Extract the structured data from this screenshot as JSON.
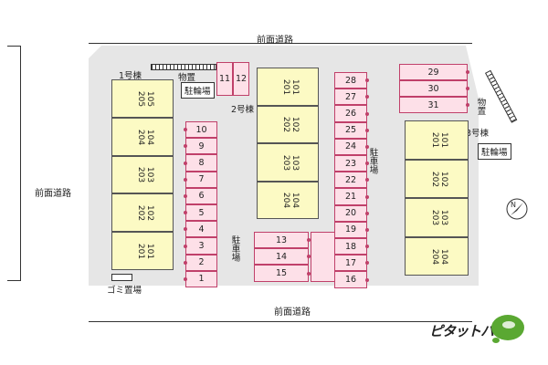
{
  "roads": {
    "top": "前面道路",
    "left": "前面道路",
    "bottom": "前面道路"
  },
  "buildings": {
    "b1": {
      "label": "1号棟",
      "rooms": [
        [
          "205",
          "105"
        ],
        [
          "204",
          "104"
        ],
        [
          "203",
          "103"
        ],
        [
          "202",
          "102"
        ],
        [
          "201",
          "101"
        ]
      ]
    },
    "b2": {
      "label": "2号棟",
      "rooms": [
        [
          "201",
          "101"
        ],
        [
          "202",
          "102"
        ],
        [
          "203",
          "103"
        ],
        [
          "204",
          "104"
        ]
      ]
    },
    "b3": {
      "label": "3号棟",
      "rooms": [
        [
          "201",
          "101"
        ],
        [
          "202",
          "102"
        ],
        [
          "203",
          "103"
        ],
        [
          "204",
          "104"
        ]
      ]
    }
  },
  "labels": {
    "storage_left": "物置",
    "storage_right": "物置",
    "bike_left": "駐輪場",
    "bike_right": "駐輪場",
    "parking_left": "駐車場",
    "parking_right": "駐車場",
    "garbage": "ゴミ置場"
  },
  "parking": {
    "col_left": [
      "10",
      "9",
      "8",
      "7",
      "6",
      "5",
      "4",
      "3",
      "2",
      "1"
    ],
    "top_pair": [
      "11",
      "12"
    ],
    "col_center": [
      "28",
      "27",
      "26",
      "25",
      "24",
      "23",
      "22",
      "21",
      "20",
      "19",
      "18",
      "17",
      "16"
    ],
    "bottom_left": [
      "13",
      "14",
      "15"
    ],
    "top_right": [
      "29",
      "30",
      "31"
    ]
  },
  "brand": {
    "name": "ピタットハウス",
    "color": "#5aa832"
  },
  "colors": {
    "building": "#fcfac4",
    "parking": "#fde0e8",
    "parking_border": "#c0406a",
    "lot": "#e6e6e6"
  },
  "compass": "N"
}
